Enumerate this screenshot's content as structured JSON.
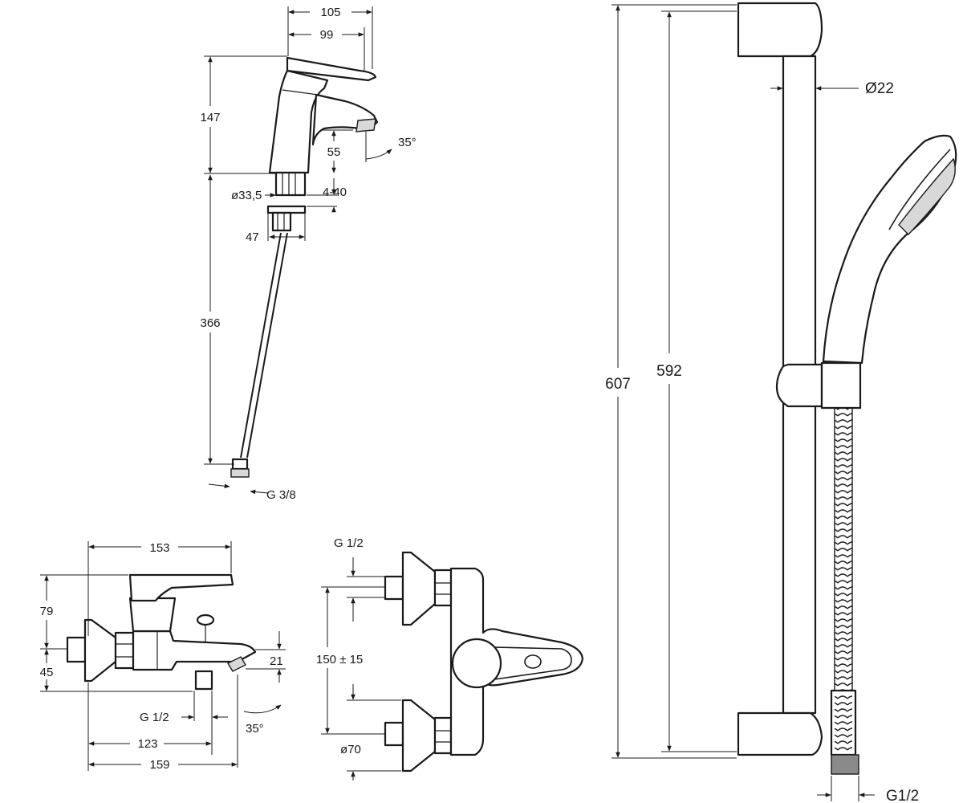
{
  "basin_mixer": {
    "width_overall": "105",
    "width_spout": "99",
    "height_body": "147",
    "spout_height": "55",
    "spout_angle": "35°",
    "base_diameter": "ø33,5",
    "mounting_range": "4-40",
    "nut_width": "47",
    "hose_length": "366",
    "hose_thread": "G 3/8"
  },
  "bath_mixer_side": {
    "width_overall": "153",
    "height_upper": "79",
    "height_lower": "45",
    "spout_drop": "21",
    "inlet_thread": "G 1/2",
    "spout_angle": "35°",
    "depth_inlet": "123",
    "depth_spout": "159"
  },
  "bath_mixer_front": {
    "inlet_thread": "G 1/2",
    "centres": "150 ± 15",
    "escutcheon_diameter": "ø70"
  },
  "shower_rail": {
    "rail_diameter": "Ø22",
    "height_overall": "607",
    "height_centres": "592",
    "hose_thread": "G1/2"
  }
}
